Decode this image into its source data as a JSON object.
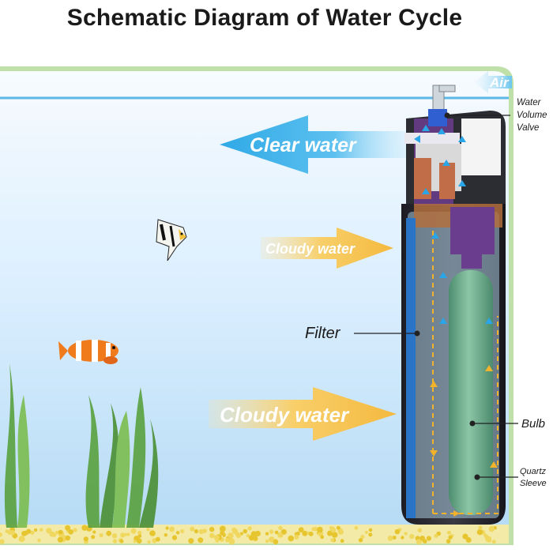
{
  "title": "Schematic Diagram of Water Cycle",
  "arrows": {
    "air": "Air",
    "clear_water": "Clear water",
    "cloudy_water_top": "Cloudy water",
    "cloudy_water_bottom": "Cloudy water"
  },
  "callouts": {
    "valve_line1": "Water",
    "valve_line2": "Volume",
    "valve_line3": "Valve",
    "filter": "Filter",
    "bulb": "Bulb",
    "sleeve_line1": "Quartz",
    "sleeve_line2": "Sleeve"
  },
  "colors": {
    "tank_border": "#b9dcae",
    "water_top": "#f4fafe",
    "water_bottom": "#bfe0f6",
    "clear_arrow": "#38aee6",
    "cloudy_arrow": "#f6c250",
    "flow_arrow": "#2aa6e8",
    "bulb_green": "#6da98c",
    "cap_purple": "#6b3d8e"
  }
}
